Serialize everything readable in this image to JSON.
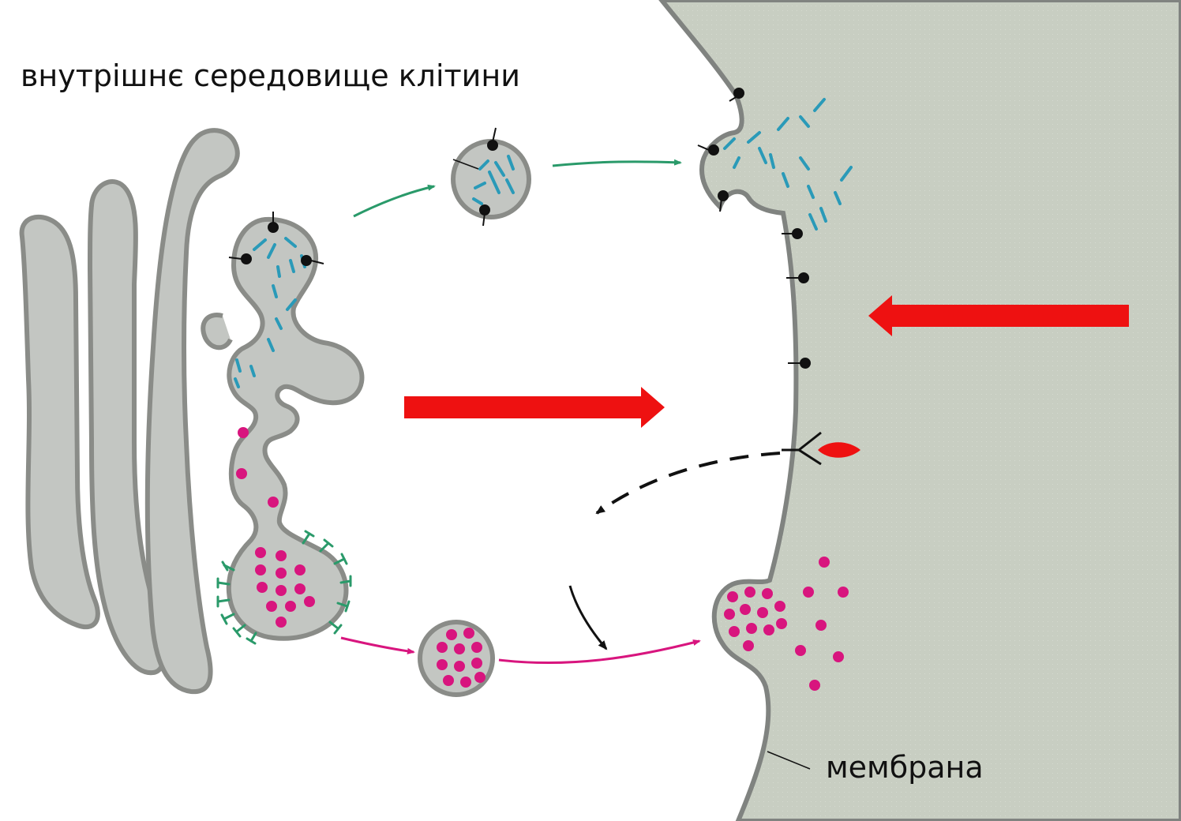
{
  "labels": {
    "interior": "внутрішнє середовище клітини",
    "membrane": "мембрана"
  },
  "colors": {
    "background": "#ffffff",
    "exterior": "#c9cfc4",
    "organelle_fill": "#c3c6c2",
    "organelle_stroke": "#8a8c88",
    "membrane_stroke": "#808380",
    "cargo_rods": "#2a9ab8",
    "secretory_granules": "#d8157e",
    "clathrin_coat": "#2a9a6a",
    "green_path": "#2a9a6a",
    "magenta_path": "#d8157e",
    "receptor_pins": "#111111",
    "big_arrows": "#ee1111",
    "ligand": "#ee1111"
  },
  "icons": {
    "big_arrow_right": "red-right-arrow",
    "big_arrow_left": "red-left-arrow"
  }
}
